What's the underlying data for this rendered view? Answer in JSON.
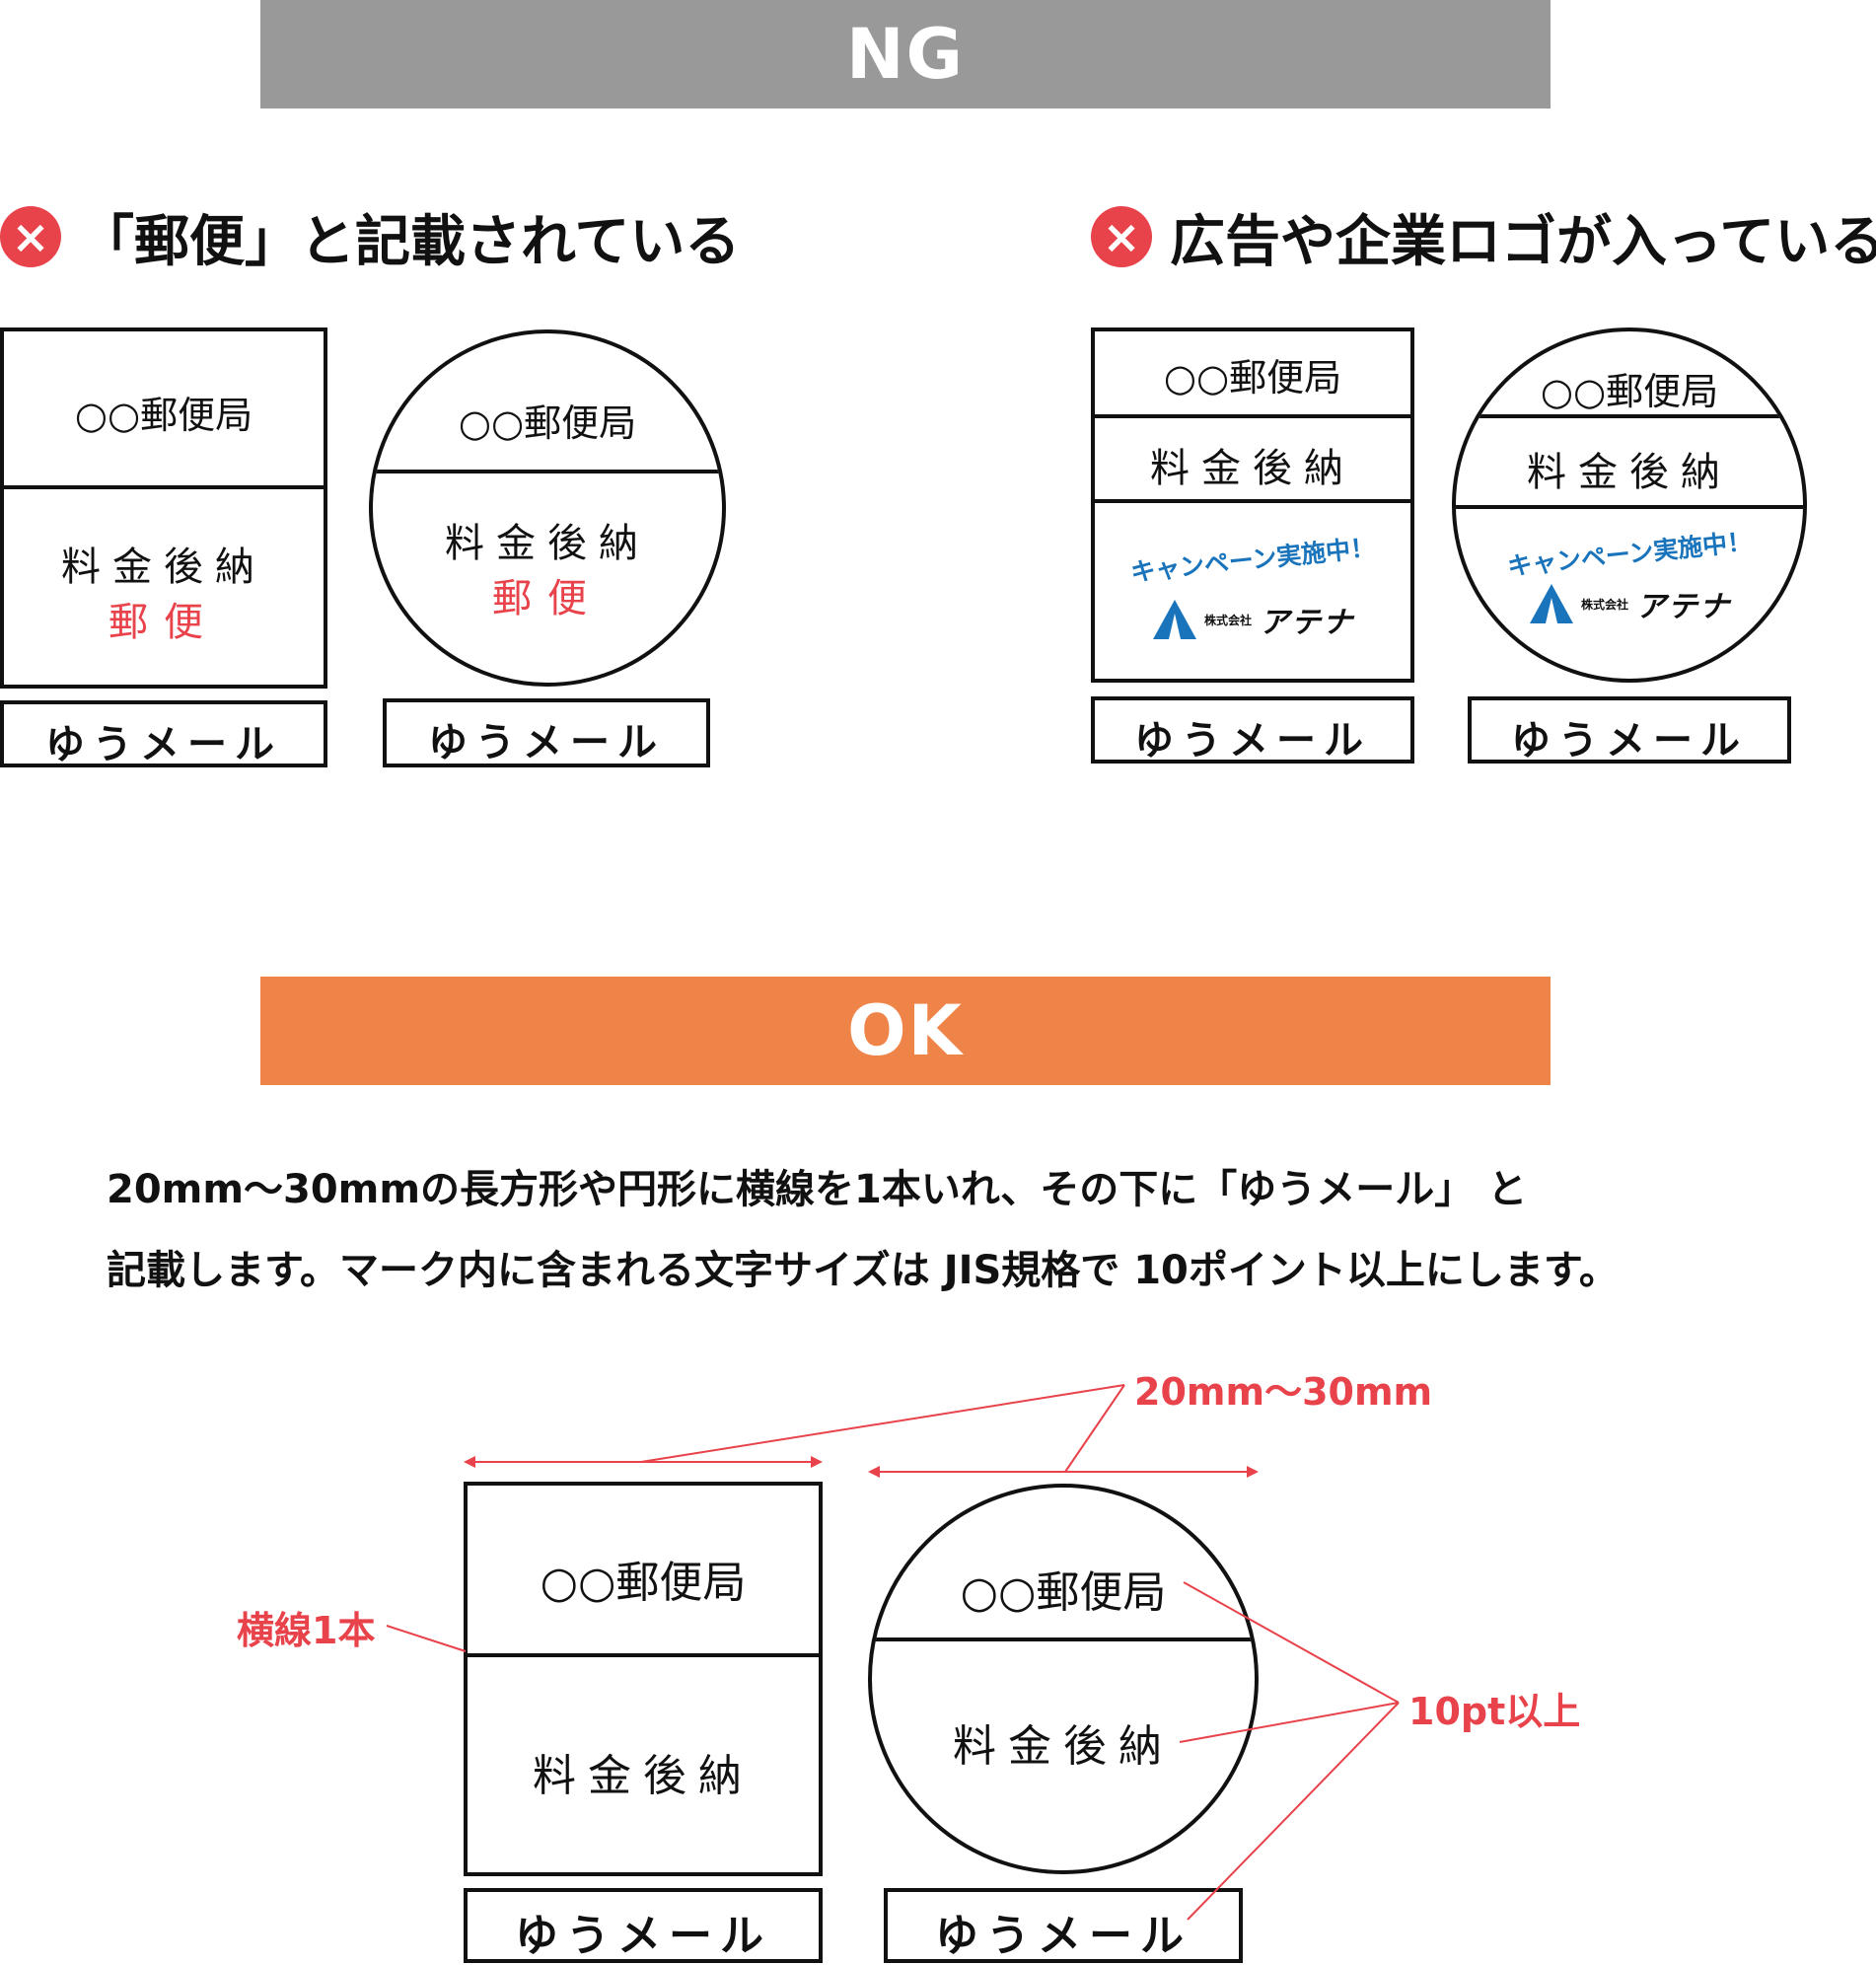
{
  "ng": {
    "banner": "NG",
    "left_heading": "「郵便」と記載されている",
    "right_heading": "広告や企業ロゴが入っている",
    "icon": "x-circle-icon",
    "office": "○○郵便局",
    "fee": "料金後納",
    "postal": "郵便",
    "yu_mail": "ゆうメール",
    "campaign": "キャンペーン実施中！",
    "company_prefix": "株式会社",
    "company_name": "アテナ",
    "logo_icon": "atena-triangle-logo-icon"
  },
  "ok": {
    "banner": "OK",
    "description_line1": "20mm〜30mmの長方形や円形に横線を1本いれ、その下に「ゆうメール」 と",
    "description_line2": "記載します。マーク内に含まれる文字サイズは JIS規格で 10ポイント以上にします。",
    "office": "○○郵便局",
    "fee": "料金後納",
    "yu_mail": "ゆうメール",
    "size_label": "20mm〜30mm",
    "line_label": "横線1本",
    "font_label": "10pt以上"
  },
  "colors": {
    "ng_banner": "#999999",
    "ok_banner": "#ef8448",
    "accent_red": "#e8424b",
    "campaign_blue": "#1a74bb",
    "logo_blue": "#1a74bb"
  }
}
